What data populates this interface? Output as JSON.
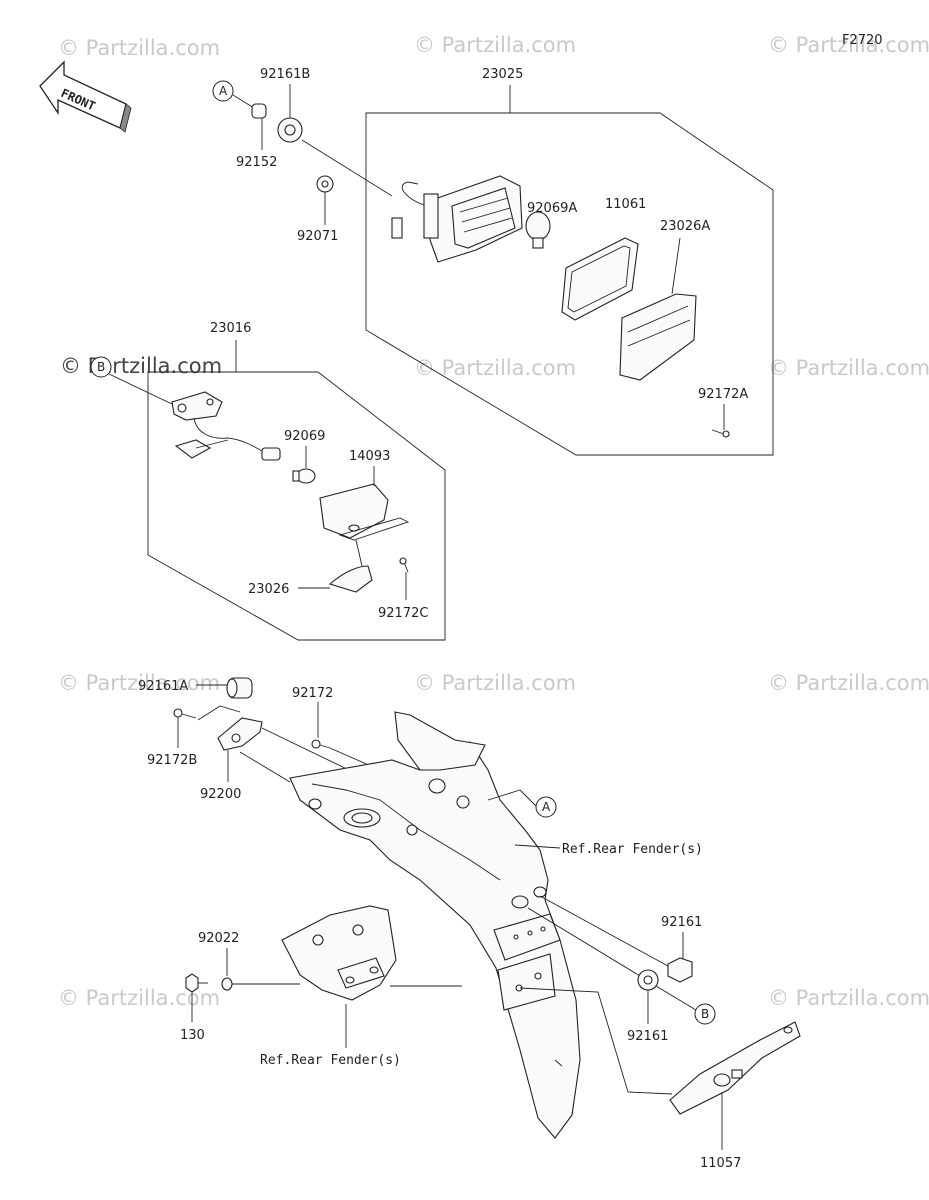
{
  "diagram_code": "F2720",
  "direction_label": "FRONT",
  "watermark": "© Partzilla.com",
  "watermark_prominent": "© Partzilla.com",
  "callouts": {
    "a": "A",
    "b": "B"
  },
  "parts": {
    "p92161B": "92161B",
    "p92152": "92152",
    "p92071": "92071",
    "p23025": "23025",
    "p92069A": "92069A",
    "p11061": "11061",
    "p23026A": "23026A",
    "p92172A": "92172A",
    "p23016": "23016",
    "p92069": "92069",
    "p14093": "14093",
    "p23026": "23026",
    "p92172C": "92172C",
    "p92161A": "92161A",
    "p92172B": "92172B",
    "p92172": "92172",
    "p92200": "92200",
    "p92161_upper": "92161",
    "p92161_lower": "92161",
    "p92022": "92022",
    "p130": "130",
    "p11057": "11057"
  },
  "refs": {
    "rear_fender_right": "Ref.Rear Fender(s)",
    "rear_fender_left": "Ref.Rear Fender(s)"
  },
  "colors": {
    "line": "#222222",
    "watermark": "#c9c9c9",
    "background": "#ffffff"
  }
}
